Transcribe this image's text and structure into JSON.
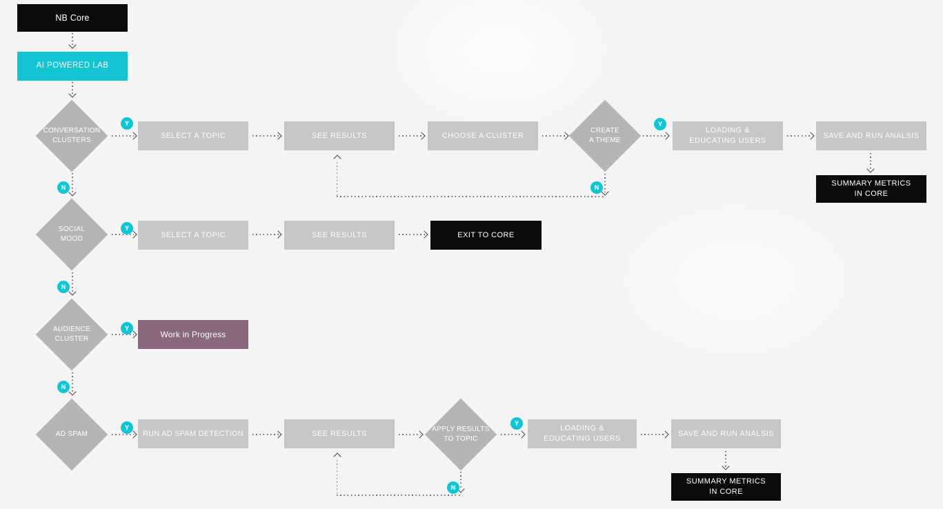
{
  "colors": {
    "accent_cyan": "#13c4d3",
    "wip_purple": "#8a697e",
    "node_gray": "#c6c6c7",
    "diamond_gray": "#b5b5b6",
    "terminal_black": "#0b0b0b",
    "bg": "#f4f4f5"
  },
  "badge_labels": {
    "yes": "Y",
    "no": "N"
  },
  "nodes": {
    "nb_core": "NB Core",
    "ai_powered_lab": "AI POWERED LAB",
    "conversation_clusters": "CONVERSATION\nCLUSTERS",
    "r1_select_topic": "SELECT A TOPIC",
    "r1_see_results": "SEE RESULTS",
    "r1_choose_cluster": "CHOOSE A CLUSTER",
    "create_theme": "CREATE\nA THEME",
    "r1_loading": "LOADING &\nEDUCATING USERS",
    "r1_save": "SAVE AND RUN ANALSIS",
    "r1_summary": "SUMMARY METRICS\nIN CORE",
    "social_mood": "SOCIAL\nMOOD",
    "r2_select_topic": "SELECT A TOPIC",
    "r2_see_results": "SEE RESULTS",
    "r2_exit": "EXIT TO CORE",
    "audience_cluster": "AUDIENCE\nCLUSTER",
    "r3_wip": "Work in Progress",
    "ad_spam": "AD SPAM",
    "r4_run_detection": "RUN AD SPAM DETECTION",
    "r4_see_results": "SEE RESULTS",
    "apply_results": "APPLY RESULTS\nTO TOPIC",
    "r4_loading": "LOADING &\nEDUCATING USERS",
    "r4_save": "SAVE AND RUN ANALSIS",
    "r4_summary": "SUMMARY METRICS\nIN CORE"
  }
}
